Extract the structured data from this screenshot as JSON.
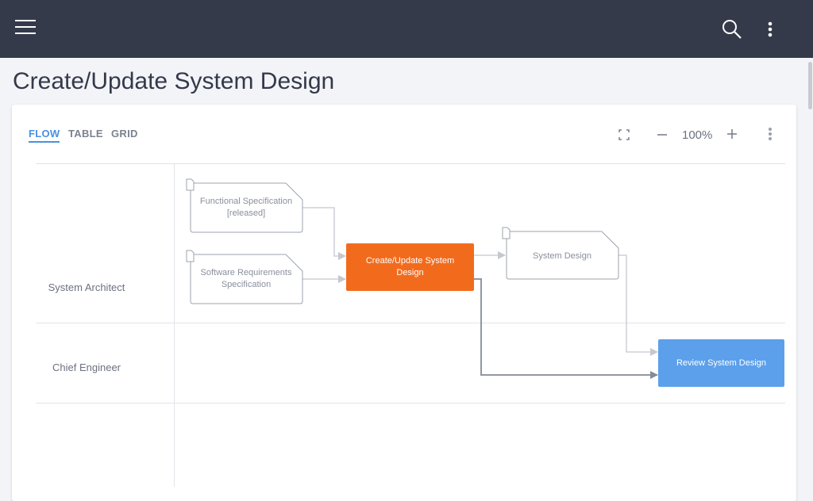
{
  "header": {
    "menu_icon": "hamburger-icon",
    "search_icon": "search-icon",
    "more_icon": "kebab-menu-icon",
    "background": "#353a4b"
  },
  "page": {
    "title": "Create/Update System Design"
  },
  "tabs": [
    {
      "label": "FLOW",
      "active": true
    },
    {
      "label": "TABLE",
      "active": false
    },
    {
      "label": "GRID",
      "active": false
    }
  ],
  "toolbar": {
    "zoom_level": "100%",
    "zoom_out_icon": "minus-icon",
    "zoom_in_icon": "plus-icon",
    "fullscreen_icon": "fullscreen-icon",
    "more_icon": "kebab-menu-icon"
  },
  "lanes": [
    {
      "label": "System Architect"
    },
    {
      "label": "Chief Engineer"
    }
  ],
  "nodes": {
    "doc_functional": {
      "label": "Functional Specification [released]"
    },
    "doc_software": {
      "label": "Software Requirements Specification"
    },
    "task_create": {
      "label": "Create/Update System Design",
      "color": "#f26b1d"
    },
    "doc_system": {
      "label": "System Design"
    },
    "task_review": {
      "label": "Review System Design",
      "color": "#5ca0eb"
    }
  }
}
